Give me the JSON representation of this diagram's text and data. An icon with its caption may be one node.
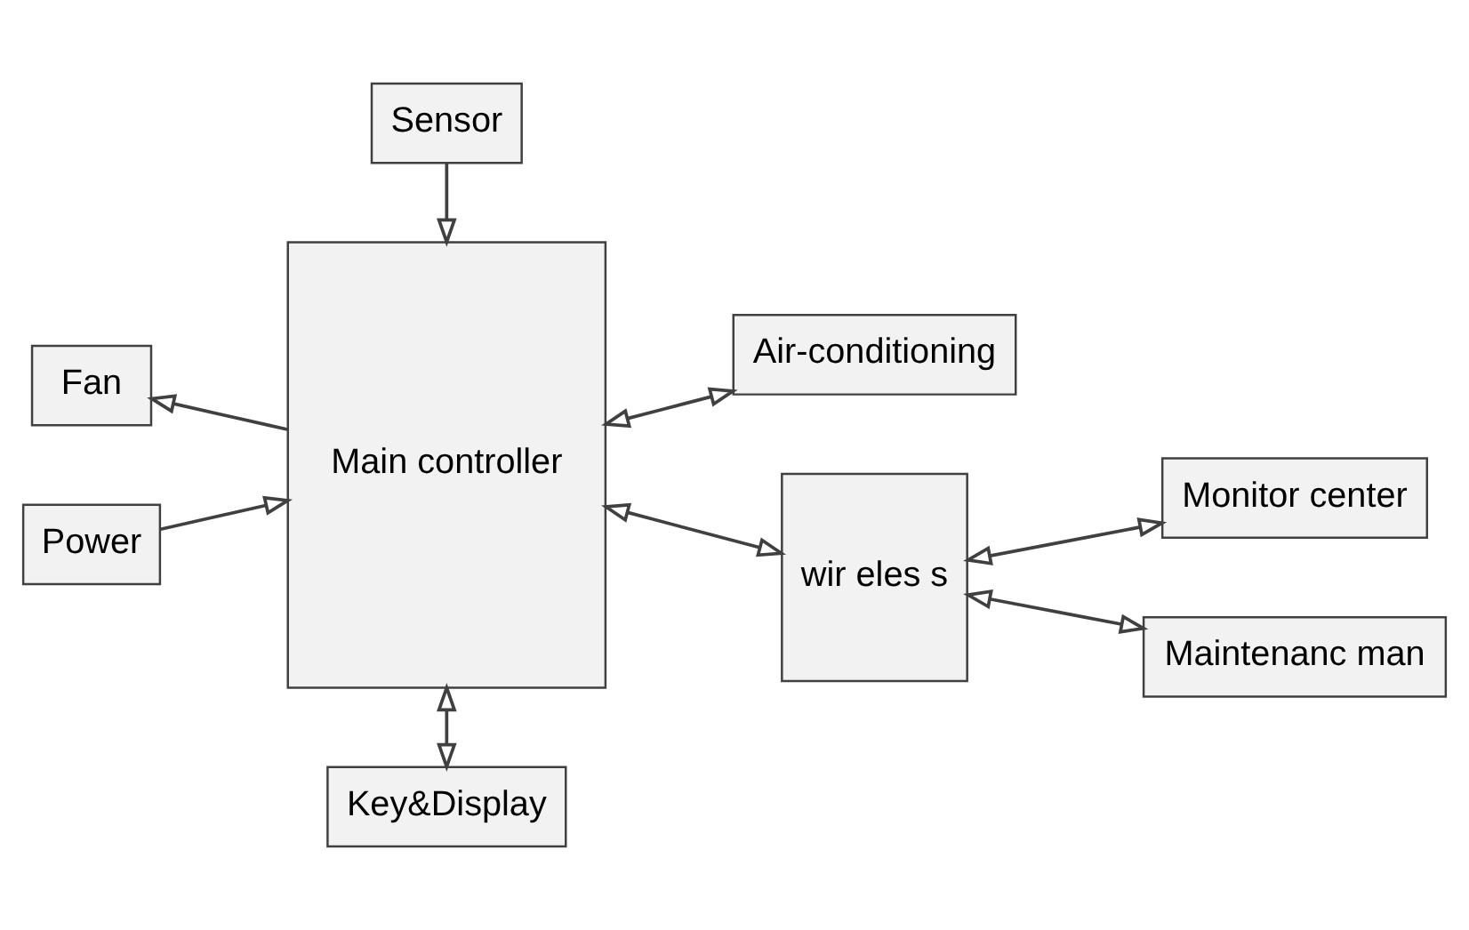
{
  "diagram": {
    "nodes": [
      {
        "text": [
          "Sensor"
        ]
      },
      {
        "text": [
          "Fan"
        ]
      },
      {
        "text": [
          "Main controller"
        ]
      },
      {
        "text": [
          "Air-conditioning"
        ]
      },
      {
        "text": [
          "wir eles s"
        ]
      },
      {
        "text": [
          "Monitor center"
        ]
      },
      {
        "text": [
          "Power"
        ]
      },
      {
        "text": [
          "Maintenanc man"
        ]
      },
      {
        "text": [
          "Key&Display"
        ]
      }
    ],
    "edges": [
      {
        "from": 0,
        "to": 2,
        "arrow": "to"
      },
      {
        "from": 2,
        "to": 1,
        "arrow": "to"
      },
      {
        "from": 2,
        "to": 3,
        "arrow": "both"
      },
      {
        "from": 2,
        "to": 4,
        "arrow": "both"
      },
      {
        "from": 4,
        "to": 5,
        "arrow": "both"
      },
      {
        "from": 6,
        "to": 2,
        "arrow": "to"
      },
      {
        "from": 4,
        "to": 7,
        "arrow": "both"
      },
      {
        "from": 2,
        "to": 8,
        "arrow": "both"
      }
    ]
  }
}
